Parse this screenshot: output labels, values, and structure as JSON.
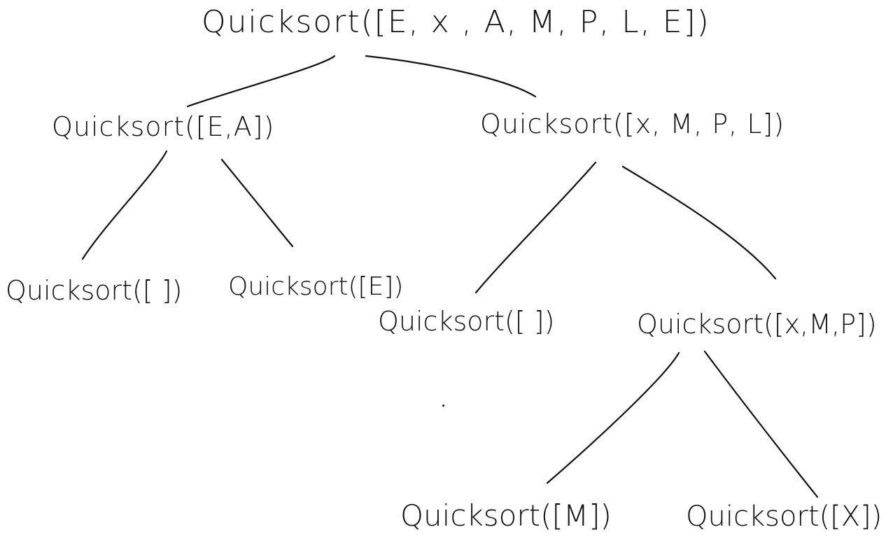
{
  "diagram": {
    "type": "recursion-tree",
    "nodes": {
      "root": "Quicksort([E, x , A, M, P, L, E])",
      "left": "Quicksort([E,A])",
      "right": "Quicksort([x, M, P, L])",
      "left_left": "Quicksort([ ])",
      "left_right": "Quicksort([E])",
      "right_left": "Quicksort([ ])",
      "right_right": "Quicksort([x,M,P])",
      "right_right_left": "Quicksort([M])",
      "right_right_right": "Quicksort([X])"
    },
    "edges": [
      [
        "root",
        "left"
      ],
      [
        "root",
        "right"
      ],
      [
        "left",
        "left_left"
      ],
      [
        "left",
        "left_right"
      ],
      [
        "right",
        "right_left"
      ],
      [
        "right",
        "right_right"
      ],
      [
        "right_right",
        "right_right_left"
      ],
      [
        "right_right",
        "right_right_right"
      ]
    ],
    "ink_color": "#111111",
    "background_color": "#ffffff"
  }
}
